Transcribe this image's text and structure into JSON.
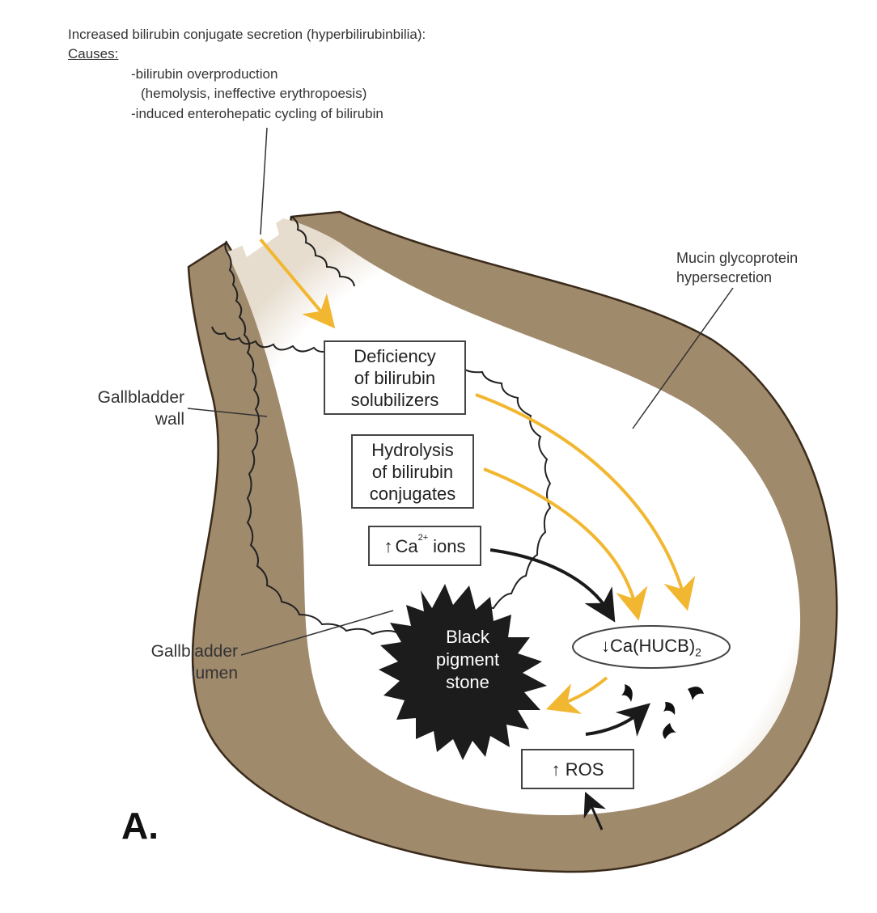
{
  "header": {
    "title_line": "Increased bilirubin conjugate secretion (hyperbilirubinbilia):",
    "causes_label": "Causes:",
    "cause_1": "-bilirubin overproduction",
    "cause_1_detail": "(hemolysis, ineffective erythropoesis)",
    "cause_2": "-induced enterohepatic cycling of bilirubin"
  },
  "labels": {
    "mucin_line1": "Mucin glycoprotein",
    "mucin_line2": "hypersecretion",
    "wall_line1": "Gallbladder",
    "wall_line2": "wall",
    "lumen_line1": "Gallbladder",
    "lumen_line2": "lumen",
    "panel_letter": "A."
  },
  "boxes": {
    "deficiency": [
      "Deficiency",
      "of bilirubin",
      "solubilizers"
    ],
    "hydrolysis": [
      "Hydrolysis",
      "of bilirubin",
      "conjugates"
    ],
    "calcium_arrow": "↑",
    "calcium_base": "Ca",
    "calcium_sup": "2+",
    "calcium_suffix": "ions",
    "ros": "↑ ROS"
  },
  "ellipse": {
    "arrow": "↓",
    "text": "Ca(HUCB)",
    "sub": "2"
  },
  "stone": [
    "Black",
    "pigment",
    "stone"
  ],
  "colors": {
    "wall_fill": "#a08a6c",
    "wall_stroke": "#3a2a1a",
    "yellow_arrow": "#f2b731",
    "black_arrow": "#1a1a1a",
    "stone_fill": "#1c1c1c"
  }
}
